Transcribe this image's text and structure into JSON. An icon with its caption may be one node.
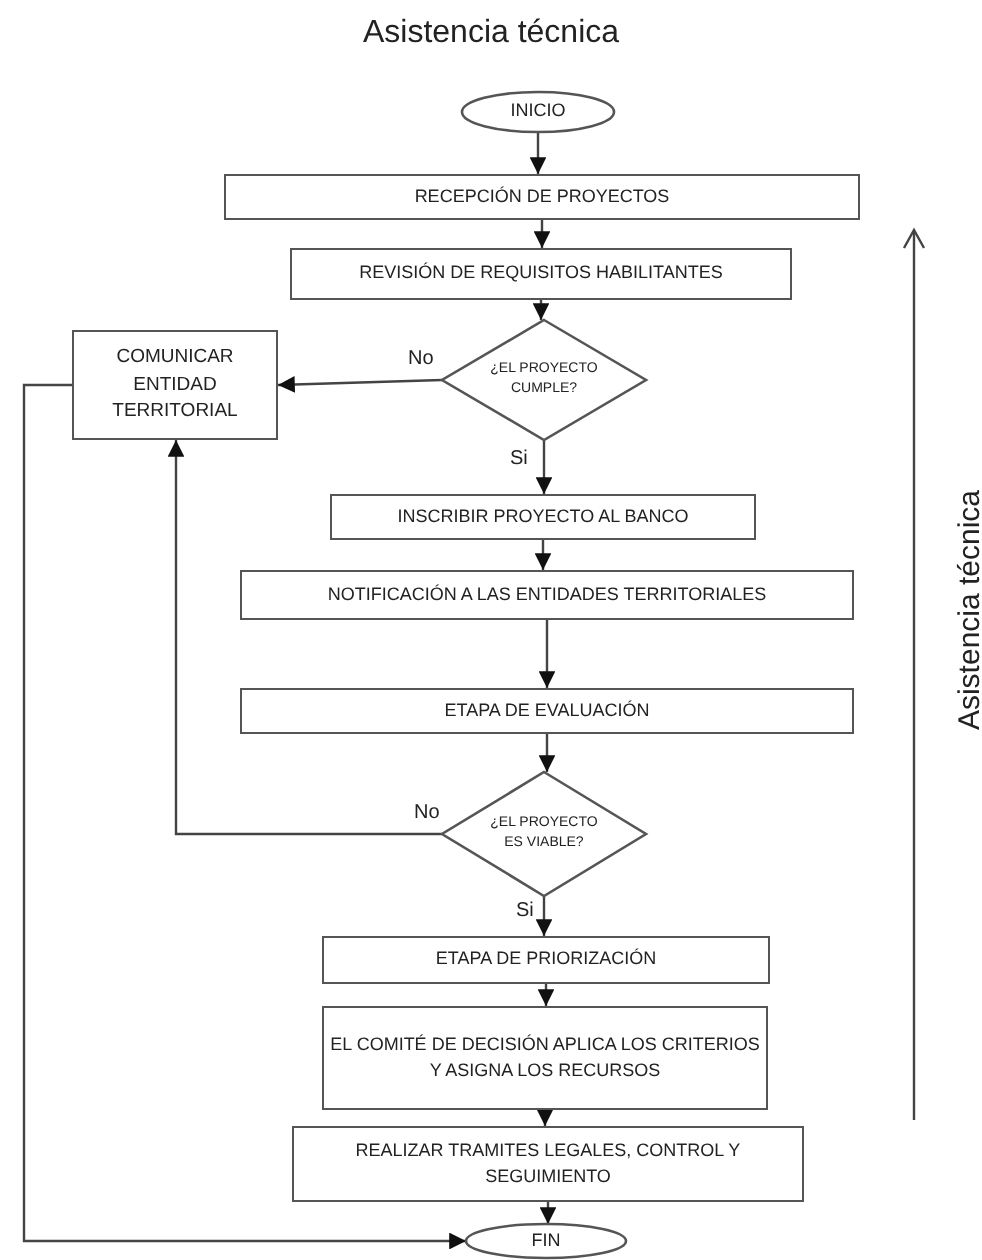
{
  "diagram": {
    "title": "Asistencia técnica",
    "nodes": [
      {
        "text": [
          "INICIO"
        ]
      },
      {
        "text": [
          "RECEPCIÓN DE PROYECTOS"
        ]
      },
      {
        "text": [
          "REVISIÓN DE REQUISITOS HABILITANTES"
        ]
      },
      {
        "text": [
          "¿EL PROYECTO CUMPLE?"
        ]
      },
      {
        "text": [
          "COMUNICAR ENTIDAD TERRITORIAL"
        ]
      },
      {
        "text": [
          "INSCRIBIR PROYECTO AL BANCO"
        ]
      },
      {
        "text": [
          "NOTIFICACIÓN A LAS ENTIDADES TERRITORIALES"
        ]
      },
      {
        "text": [
          "ETAPA DE EVALUACIÓN"
        ]
      },
      {
        "text": [
          "¿EL PROYECTO ES VIABLE?"
        ]
      },
      {
        "text": [
          "ETAPA DE PRIORIZACIÓN"
        ]
      },
      {
        "text": [
          "EL COMITÉ DE DECISIÓN APLICA LOS CRITERIOS Y ASIGNA LOS  RECURSOS"
        ]
      },
      {
        "text": [
          "REALIZAR TRAMITES LEGALES, CONTROL Y SEGUIMIENTO"
        ]
      },
      {
        "text": [
          "FIN"
        ]
      }
    ],
    "edges": [
      {
        "from": 0,
        "to": 1,
        "arrow": "to"
      },
      {
        "from": 1,
        "to": 2,
        "arrow": "to"
      },
      {
        "from": 2,
        "to": 3,
        "arrow": "to"
      },
      {
        "from": 3,
        "to": 4,
        "arrow": "to",
        "label": "No"
      },
      {
        "from": 3,
        "to": 5,
        "arrow": "to",
        "label": "Si"
      },
      {
        "from": 5,
        "to": 6,
        "arrow": "to"
      },
      {
        "from": 6,
        "to": 7,
        "arrow": "to"
      },
      {
        "from": 7,
        "to": 8,
        "arrow": "to"
      },
      {
        "from": 8,
        "to": 4,
        "arrow": "to",
        "label": "No"
      },
      {
        "from": 8,
        "to": 9,
        "arrow": "to",
        "label": "Si"
      },
      {
        "from": 9,
        "to": 10,
        "arrow": "to"
      },
      {
        "from": 10,
        "to": 11,
        "arrow": "to"
      },
      {
        "from": 11,
        "to": 12,
        "arrow": "to"
      },
      {
        "from": 4,
        "to": 12,
        "arrow": "to"
      }
    ],
    "labels": [
      "Asistencia técnica"
    ]
  }
}
